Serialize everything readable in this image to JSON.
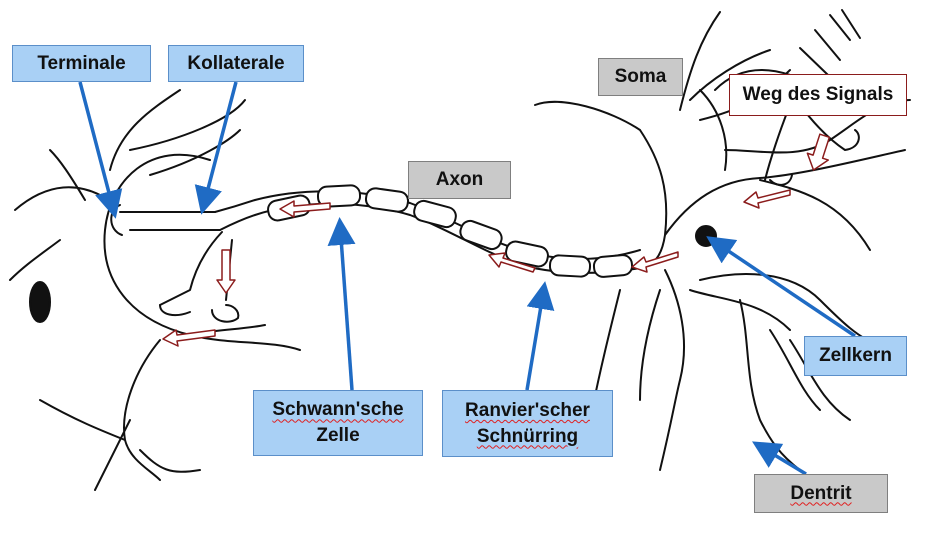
{
  "labels": {
    "terminale": "Terminale",
    "kollaterale": "Kollaterale",
    "soma": "Soma",
    "weg_des_signals": "Weg des Signals",
    "axon": "Axon",
    "schwann_line1": "Schwann'sche",
    "schwann_line2": "Zelle",
    "ranvier_line1": "Ranvier'scher",
    "ranvier_line2": "Schnürring",
    "zellkern": "Zellkern",
    "dentrit": "Dentrit"
  },
  "colors": {
    "label_blue_fill": "#a9d0f5",
    "label_gray_fill": "#c9c9c9",
    "pointer_arrow": "#1f6bc4",
    "signal_arrow": "#8b1c1c",
    "drawing_stroke": "#111111"
  }
}
